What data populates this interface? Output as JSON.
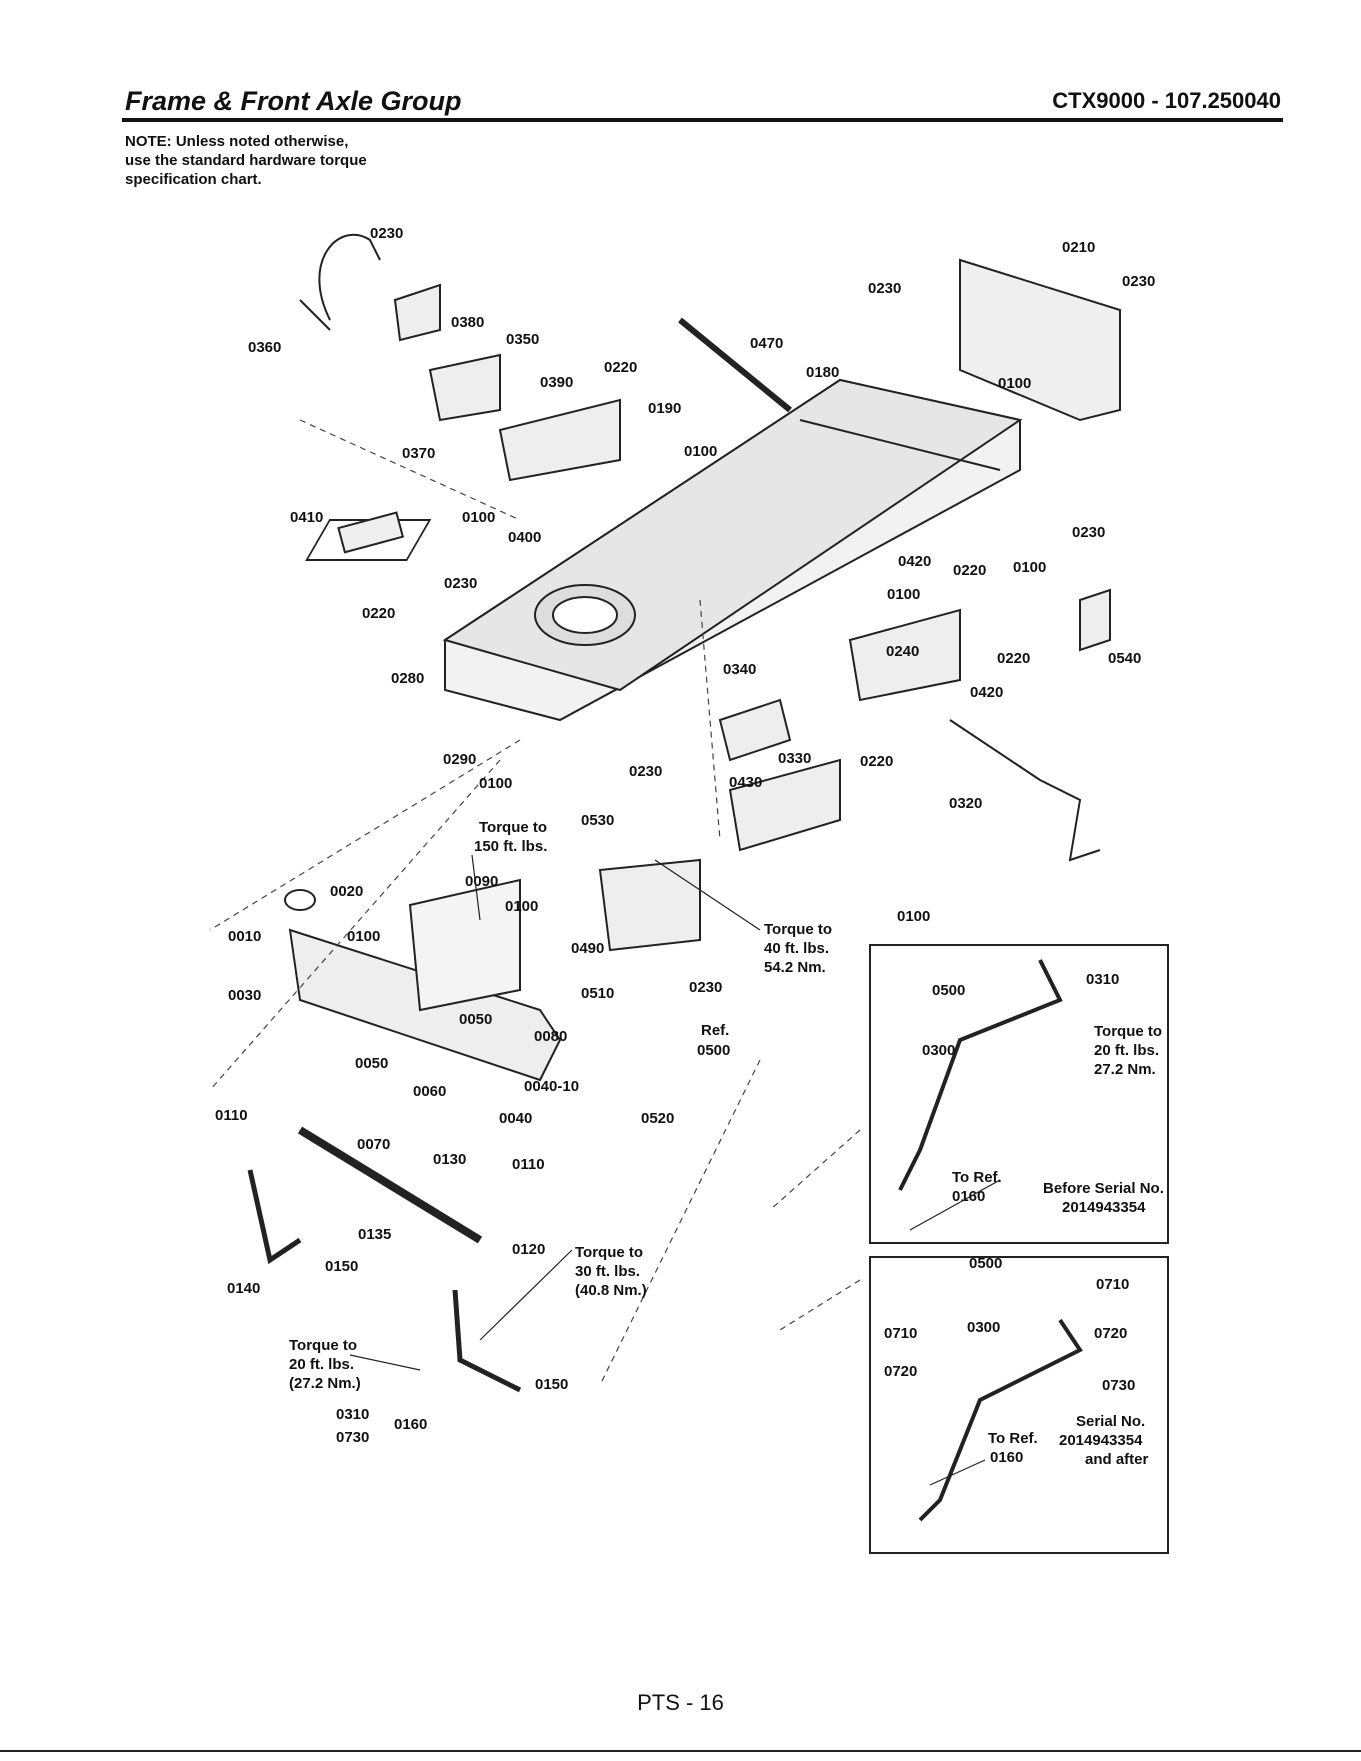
{
  "header": {
    "title": "Frame & Front Axle Group",
    "model": "CTX9000 - 107.250040"
  },
  "note": {
    "lines": [
      "NOTE: Unless noted otherwise,",
      "use the standard hardware torque",
      "specification chart."
    ]
  },
  "callouts": {
    "p0230": "0230",
    "p0210": "0230",
    "p0210b": "0210",
    "p0360": "0360",
    "p0380": "0380",
    "p0350": "0350",
    "p0390": "0390",
    "p0220": "0220",
    "p0470": "0470",
    "p0180": "0180",
    "p0100": "0100",
    "p0190": "0190",
    "p0370": "0370",
    "p0410": "0410",
    "p0400": "0400",
    "p0420": "0420",
    "p0240": "0240",
    "p0540": "0540",
    "p0280": "0280",
    "p0290": "0290",
    "p0340": "0340",
    "p0330": "0330",
    "p0320": "0320",
    "p0430": "0430",
    "p0530": "0530",
    "p0020": "0020",
    "p0010": "0010",
    "p0090": "0090",
    "p0030": "0030",
    "p0050": "0050",
    "p0080": "0080",
    "p0490": "0490",
    "p0510": "0510",
    "p0500": "0500",
    "p0310": "0310",
    "p0300": "0300",
    "p0060": "0060",
    "p0040": "0040",
    "p0040_10": "0040-10",
    "p0520": "0520",
    "p0110": "0110",
    "p0070": "0070",
    "p0130": "0130",
    "p0135": "0135",
    "p0120": "0120",
    "p0150": "0150",
    "p0140": "0140",
    "p0160": "0160",
    "p0730": "0730",
    "p0710": "0710",
    "p0720": "0720",
    "ref": "Ref.",
    "to_ref": "To Ref."
  },
  "torque": {
    "t150_a": "Torque to",
    "t150_b": "150 ft. lbs.",
    "t40_a": "Torque to",
    "t40_b": "40 ft. lbs.",
    "t40_c": "54.2 Nm.",
    "t20_a": "Torque to",
    "t20_b": "20 ft. lbs.",
    "t20_c": "27.2 Nm.",
    "t30_a": "Torque to",
    "t30_b": "30 ft. lbs.",
    "t30_c": "(40.8 Nm.)",
    "t20l_a": "Torque to",
    "t20l_b": "20 ft. lbs.",
    "t20l_c": "(27.2 Nm.)"
  },
  "insets": {
    "before": {
      "a": "Before Serial No.",
      "b": "2014943354"
    },
    "after": {
      "a": "Serial No.",
      "b": "2014943354",
      "c": "and after"
    }
  },
  "footer": {
    "page": "PTS - 16"
  }
}
